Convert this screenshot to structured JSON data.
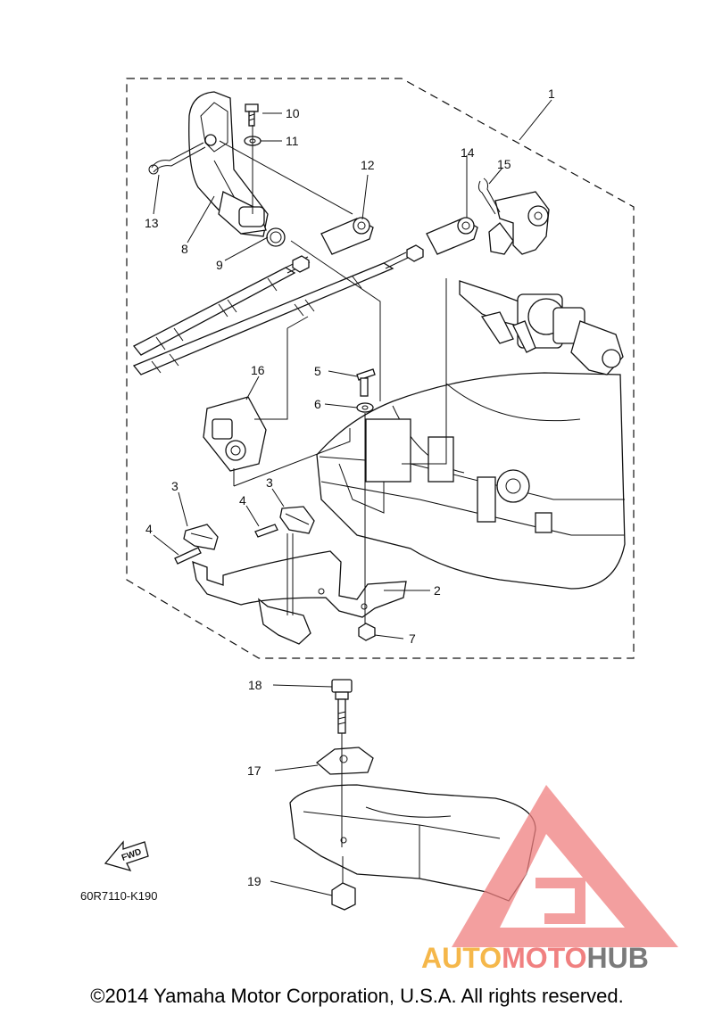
{
  "callouts": [
    {
      "id": "1",
      "label": "1"
    },
    {
      "id": "2",
      "label": "2"
    },
    {
      "id": "3a",
      "label": "3"
    },
    {
      "id": "3b",
      "label": "3"
    },
    {
      "id": "4a",
      "label": "4"
    },
    {
      "id": "4b",
      "label": "4"
    },
    {
      "id": "5",
      "label": "5"
    },
    {
      "id": "6",
      "label": "6"
    },
    {
      "id": "7",
      "label": "7"
    },
    {
      "id": "8",
      "label": "8"
    },
    {
      "id": "9",
      "label": "9"
    },
    {
      "id": "10",
      "label": "10"
    },
    {
      "id": "11",
      "label": "11"
    },
    {
      "id": "12",
      "label": "12"
    },
    {
      "id": "13",
      "label": "13"
    },
    {
      "id": "14",
      "label": "14"
    },
    {
      "id": "15",
      "label": "15"
    },
    {
      "id": "16",
      "label": "16"
    },
    {
      "id": "17",
      "label": "17"
    },
    {
      "id": "18",
      "label": "18"
    },
    {
      "id": "19",
      "label": "19"
    }
  ],
  "fwd_label": "FWD",
  "diagram_code": "60R7110-K190",
  "copyright": "©2014 Yamaha Motor Corporation, U.S.A. All rights reserved.",
  "watermark": {
    "part1": "AUTO",
    "part2": "MOTO",
    "part3": "HUB",
    "colors": {
      "auto": "#f5b74a",
      "moto": "#f08080",
      "hub": "#7a7a7a",
      "logo": "#f08080"
    }
  }
}
